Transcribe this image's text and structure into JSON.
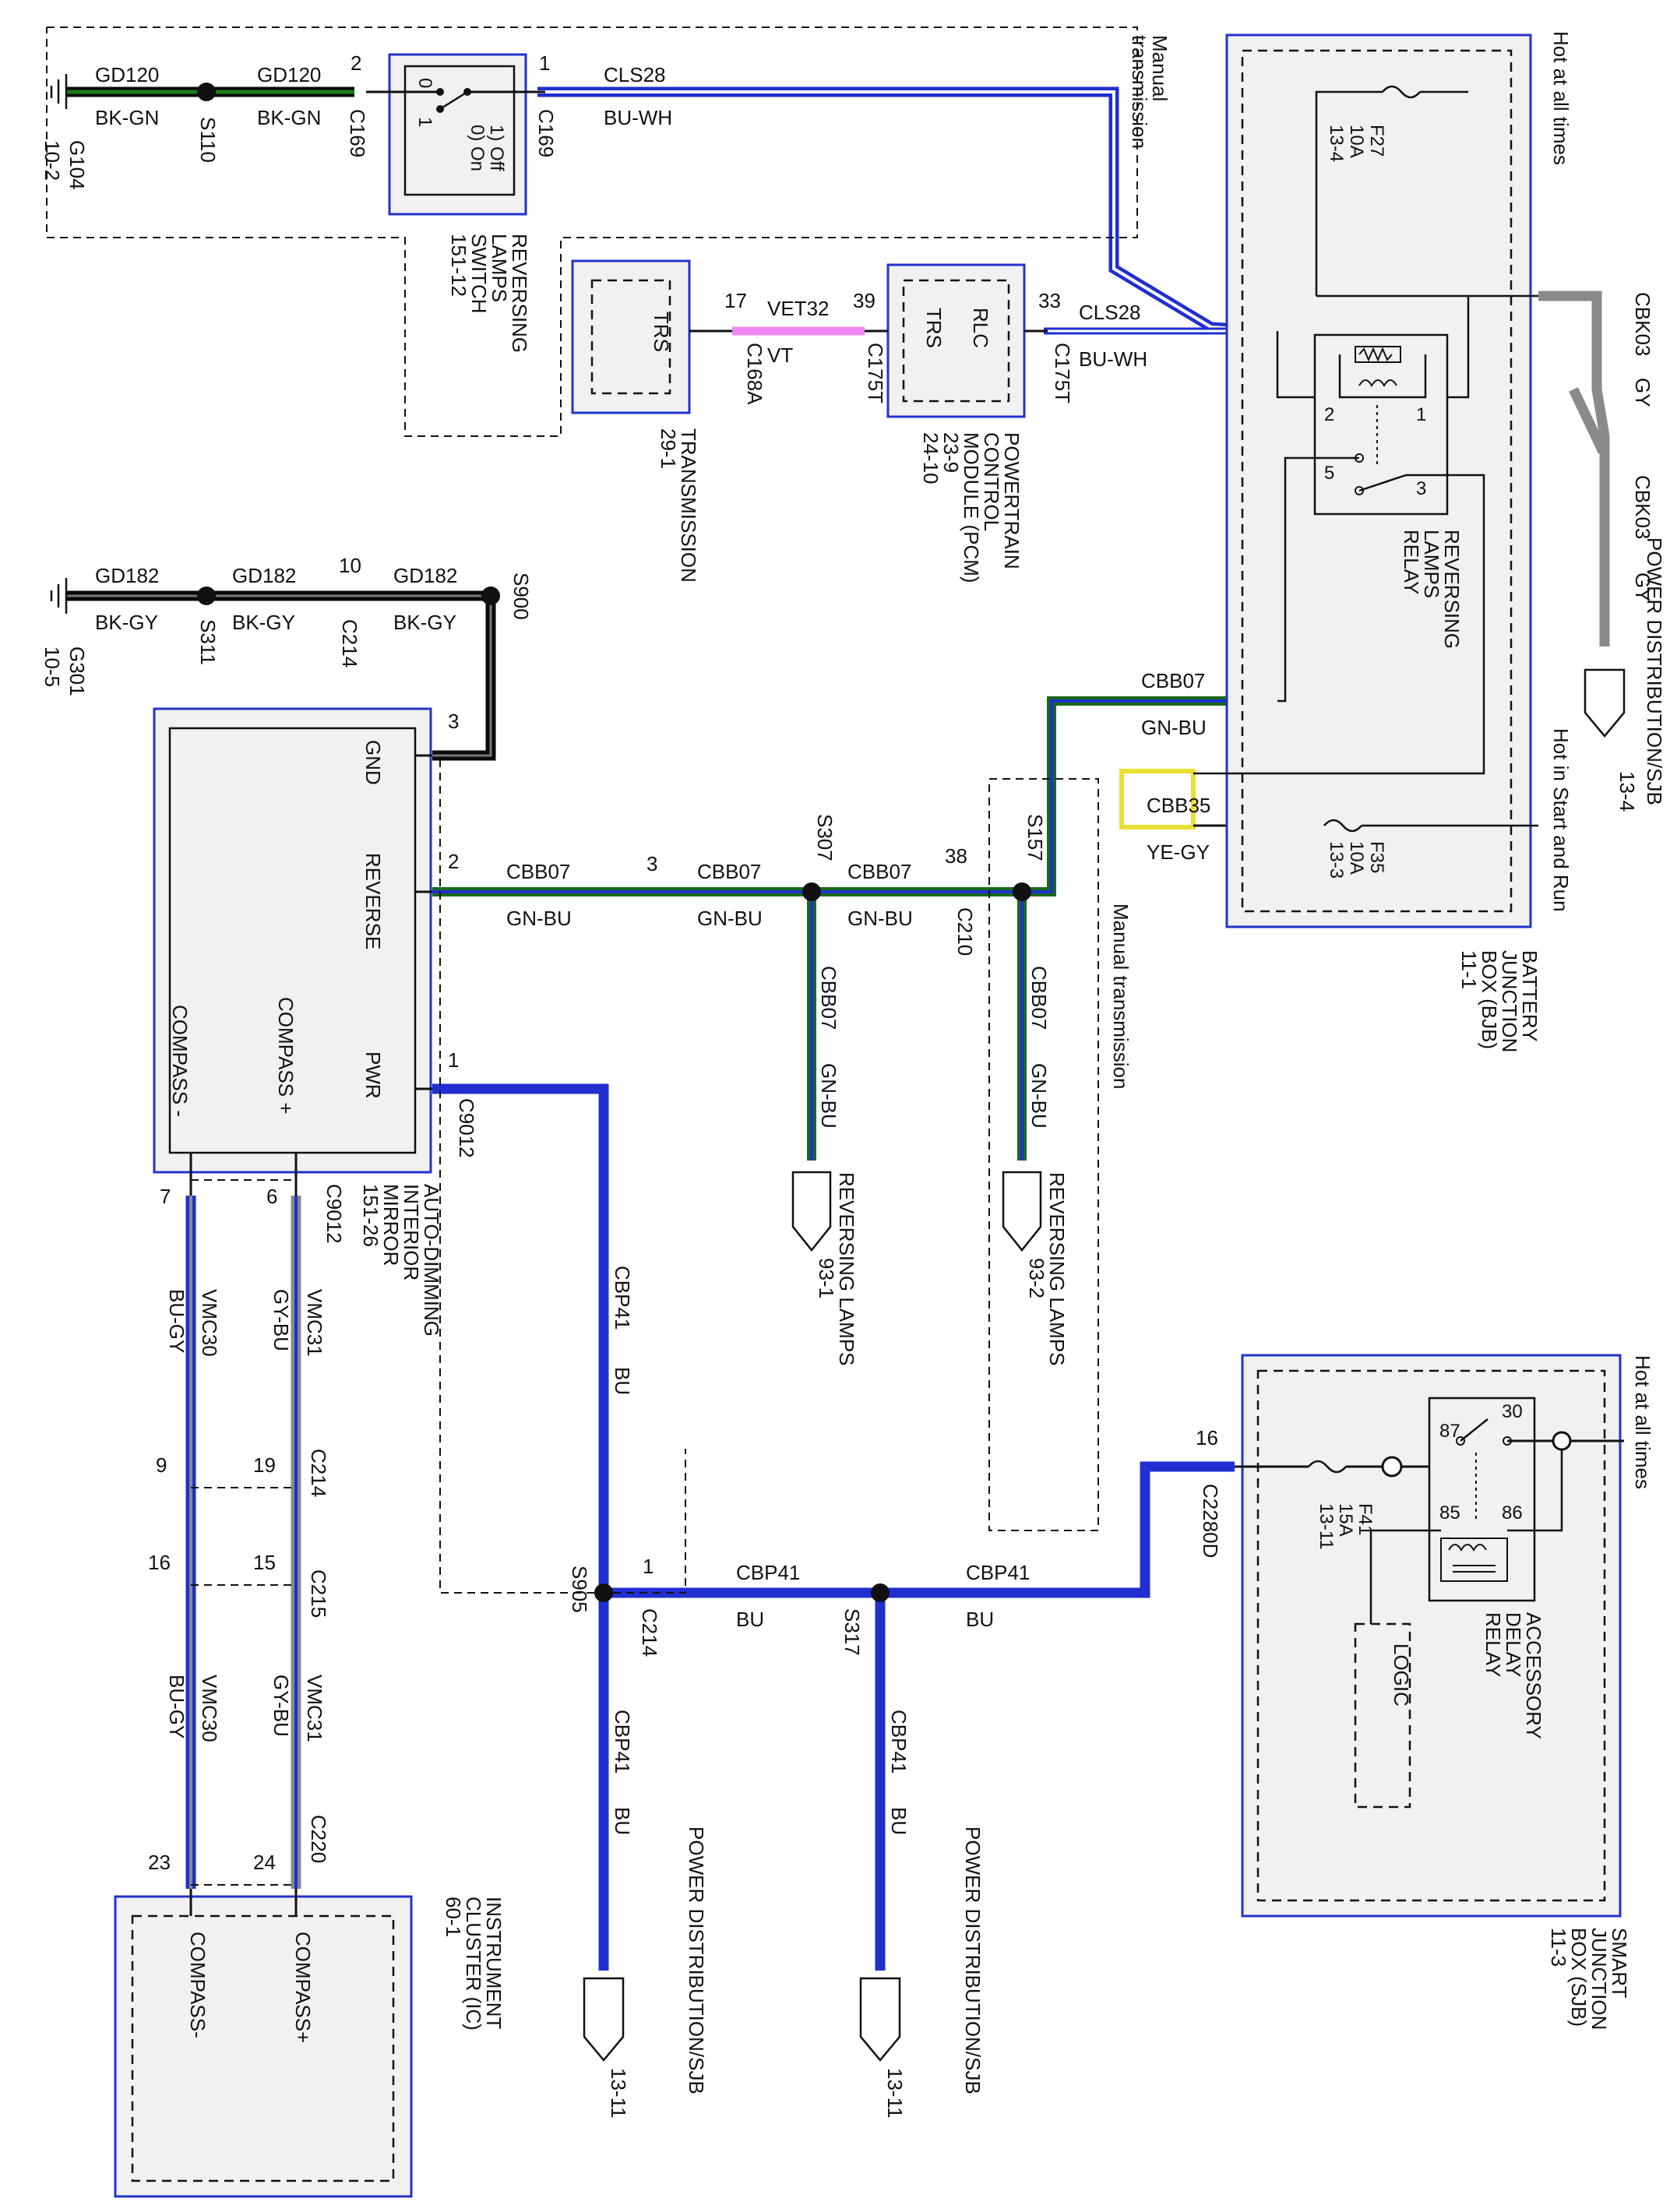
{
  "colors": {
    "bk_gn_main": "#0a0a0a",
    "bk_gn_stripe": "#1a7a1a",
    "bk_gy_main": "#0a0a0a",
    "bu_wh": "#1f2fd0",
    "gn_bu_main": "#1a6a1a",
    "gn_bu_stripe": "#1f2fd0",
    "vt": "#ee88ee",
    "gy": "#8a8a8a",
    "bu": "#1f2fd0",
    "bu_gy_stripe": "#8a8a8a",
    "gy_bu_main": "#8a8a8a",
    "ye_gy_highlight": "#e8e033",
    "module_border": "#2233cc"
  },
  "wires": {
    "gd120": "GD120",
    "bk_gn": "BK-GN",
    "cls28": "CLS28",
    "bu_wh": "BU-WH",
    "vet32": "VET32",
    "vt": "VT",
    "gd182": "GD182",
    "bk_gy": "BK-GY",
    "cbb07": "CBB07",
    "gn_bu": "GN-BU",
    "cbb35": "CBB35",
    "ye_gy": "YE-GY",
    "cbk03": "CBK03",
    "gy": "GY",
    "cbp41": "CBP41",
    "bu": "BU",
    "vmc30": "VMC30",
    "bu_gy": "BU-GY",
    "vmc31": "VMC31",
    "gy_bu": "GY-BU"
  },
  "pins": {
    "p1": "1",
    "p2": "2",
    "p3": "3",
    "p5": "5",
    "p6": "6",
    "p7": "7",
    "p9": "9",
    "p10": "10",
    "p15": "15",
    "p16": "16",
    "p17": "17",
    "p19": "19",
    "p23": "23",
    "p24": "24",
    "p30": "30",
    "p33": "33",
    "p38": "38",
    "p39": "39",
    "p85": "85",
    "p86": "86",
    "p87": "87",
    "p0": "0"
  },
  "connectors": {
    "c169": "C169",
    "c168a": "C168A",
    "c175t": "C175T",
    "c214": "C214",
    "c9012": "C9012",
    "c210": "C210",
    "c215": "C215",
    "c220": "C220",
    "c2280d": "C2280D"
  },
  "splices": {
    "s110": "S110",
    "s311": "S311",
    "s900": "S900",
    "s307": "S307",
    "s157": "S157",
    "s905": "S905",
    "s317": "S317"
  },
  "grounds": {
    "g104": "G104",
    "g104_ref": "10-2",
    "g301": "G301",
    "g301_ref": "10-5"
  },
  "components": {
    "rev_switch": [
      "REVERSING",
      "LAMPS",
      "SWITCH",
      "151-12"
    ],
    "switch_states": [
      "0) On",
      "1) Off"
    ],
    "transmission": [
      "TRANSMISSION",
      "29-1"
    ],
    "trs": "TRS",
    "pcm": [
      "POWERTRAIN",
      "CONTROL",
      "MODULE (PCM)",
      "23-9",
      "24-10"
    ],
    "rlc": "RLC",
    "rev_relay": [
      "REVERSING",
      "LAMPS",
      "RELAY"
    ],
    "bjb": [
      "BATTERY",
      "JUNCTION",
      "BOX (BJB)",
      "11-1"
    ],
    "mirror": [
      "AUTO-DIMMING",
      "INTERIOR",
      "MIRROR",
      "151-26"
    ],
    "gnd": "GND",
    "reverse": "REVERSE",
    "pwr": "PWR",
    "compass_plus": "COMPASS +",
    "compass_minus": "COMPASS -",
    "cluster": [
      "INSTRUMENT",
      "CLUSTER (IC)",
      "60-1"
    ],
    "cluster_compass_plus": "COMPASS+",
    "cluster_compass_minus": "COMPASS-",
    "sjb": [
      "SMART",
      "JUNCTION",
      "BOX (SJB)",
      "11-3"
    ],
    "acc_relay": [
      "ACCESSORY",
      "DELAY",
      "RELAY"
    ],
    "logic": "LOGIC"
  },
  "fuses": {
    "f27": [
      "F27",
      "10A",
      "13-4"
    ],
    "f35": [
      "F35",
      "10A",
      "13-3"
    ],
    "f41": [
      "F41",
      "15A",
      "13-11"
    ]
  },
  "references": {
    "power_dist_sjb": "POWER DISTRIBUTION/SJB",
    "pd_134": "13-4",
    "pd_1311": "13-11",
    "reversing_lamps": "REVERSING LAMPS",
    "rl_931": "93-1",
    "rl_932": "93-2"
  },
  "notes": {
    "manual_trans": [
      "Manual",
      "transmission"
    ],
    "manual_trans_single": "Manual transmission",
    "hot_all": "Hot at all times",
    "hot_start_run": "Hot in Start and Run"
  }
}
